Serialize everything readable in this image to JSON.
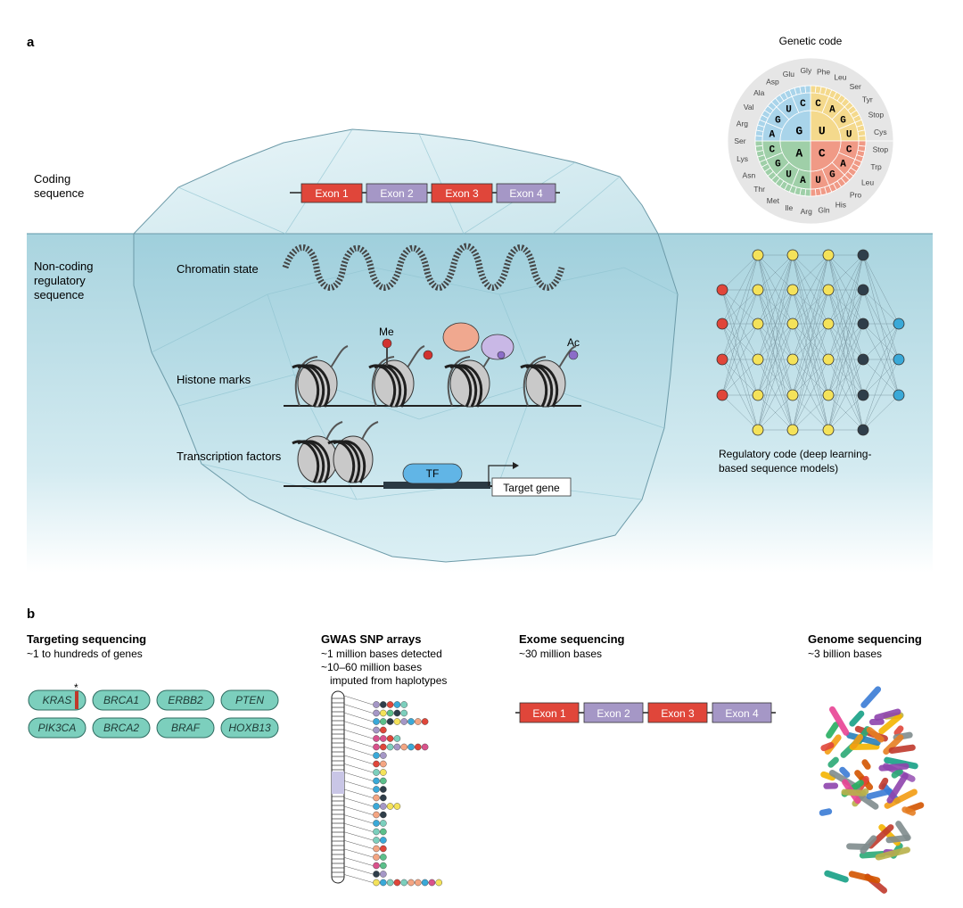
{
  "panel_a": {
    "label": "a",
    "coding_sequence": "Coding\nsequence",
    "noncoding_sequence": "Non-coding\nregulatory\nsequence",
    "chromatin_state": "Chromatin state",
    "histone_marks": "Histone marks",
    "transcription_factors": "Transcription factors",
    "exons": [
      "Exon 1",
      "Exon 2",
      "Exon 3",
      "Exon 4"
    ],
    "me": "Me",
    "ac": "Ac",
    "tf": "TF",
    "target_gene": "Target gene",
    "regulatory_code": "Regulatory code (deep learning-\nbased sequence models)",
    "genetic_code": {
      "title": "Genetic code",
      "center": [
        "U",
        "C",
        "A",
        "G"
      ],
      "middle": [
        "C",
        "A",
        "G",
        "U",
        "C",
        "A",
        "G",
        "U",
        "A",
        "U",
        "G",
        "C",
        "A",
        "G",
        "U",
        "C"
      ],
      "amino_acids": [
        "Phe",
        "Leu",
        "Ser",
        "Tyr",
        "Stop",
        "Cys",
        "Stop",
        "Trp",
        "Leu",
        "Pro",
        "His",
        "Gln",
        "Arg",
        "Ile",
        "Met",
        "Thr",
        "Asn",
        "Lys",
        "Ser",
        "Arg",
        "Val",
        "Ala",
        "Asp",
        "Glu",
        "Gly"
      ]
    }
  },
  "panel_b": {
    "label": "b",
    "targeting": {
      "title": "Targeting sequencing",
      "subtitle": "~1 to hundreds of genes"
    },
    "genes": [
      "KRAS",
      "BRCA1",
      "ERBB2",
      "PTEN",
      "PIK3CA",
      "BRCA2",
      "BRAF",
      "HOXB13"
    ],
    "asterisk": "*",
    "gwas": {
      "title": "GWAS SNP arrays",
      "lines": [
        "~1 million bases detected",
        "~10–60 million bases",
        "imputed from haplotypes"
      ]
    },
    "exome": {
      "title": "Exome sequencing",
      "subtitle": "~30 million bases"
    },
    "exome_exons": [
      "Exon 1",
      "Exon 2",
      "Exon 3",
      "Exon 4"
    ],
    "genome": {
      "title": "Genome sequencing",
      "subtitle": "~3 billion bases"
    }
  },
  "colors": {
    "exon_odd": "#e0463a",
    "exon_even": "#a597c6",
    "water": "#b6dce6",
    "iceberg": "#cfe8ee",
    "gene_pill": "#7ccfbd",
    "node_yellow": "#f4e25a",
    "node_red": "#e0463a",
    "node_dark": "#2f3e4a",
    "node_blue": "#3aa9d8"
  }
}
